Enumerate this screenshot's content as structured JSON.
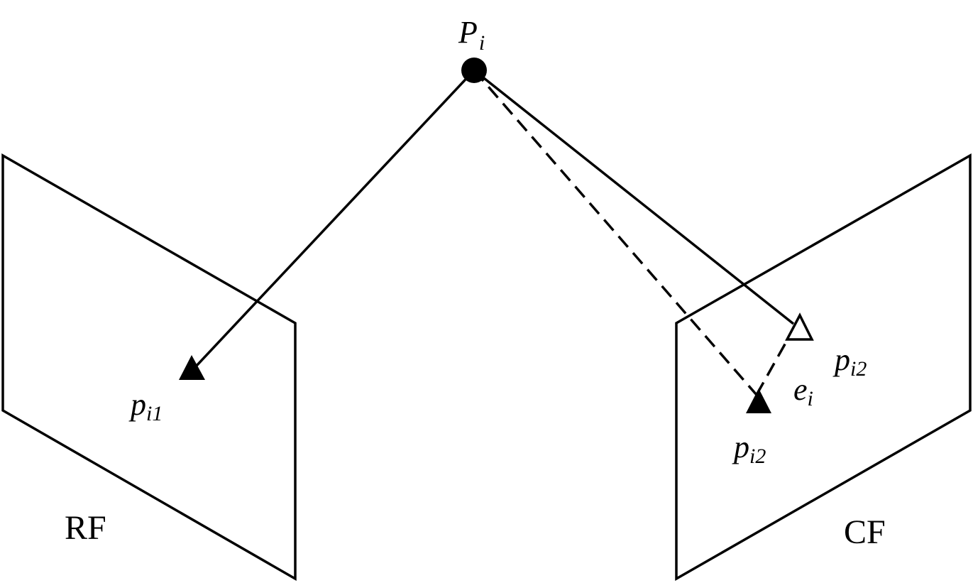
{
  "diagram": {
    "point_label": {
      "base": "P",
      "sub": "i"
    },
    "projection_left": {
      "base": "p",
      "sub": "i1"
    },
    "projection_right_measured": {
      "base": "p",
      "sub": "i2"
    },
    "projection_right_reprojected": {
      "base": "p",
      "sub": "i2"
    },
    "error_label": {
      "base": "e",
      "sub": "i"
    },
    "frame_left": "RF",
    "frame_right": "CF",
    "colors": {
      "stroke": "#000000",
      "fill": "#000000",
      "background": "#ffffff"
    }
  }
}
